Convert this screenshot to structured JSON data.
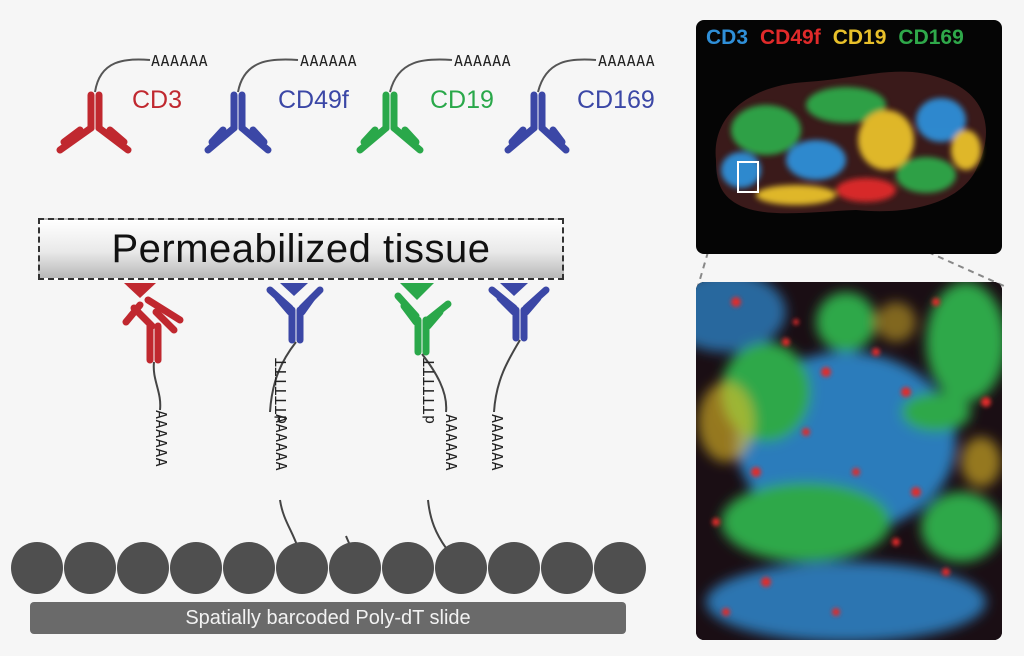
{
  "markers": [
    {
      "label": "CD3",
      "color": "#c0282f"
    },
    {
      "label": "CD49f",
      "color": "#3b47a6"
    },
    {
      "label": "CD19",
      "color": "#2aa84a"
    },
    {
      "label": "CD169",
      "color": "#3b47a6"
    }
  ],
  "poly_a": "AAAAAA",
  "poly_dt": "dTTTTTT",
  "tissue_label": "Permeabilized tissue",
  "slide_label": "Spatially barcoded Poly-dT slide",
  "legend": [
    {
      "label": "CD3",
      "color": "#2f8fd8"
    },
    {
      "label": "CD49f",
      "color": "#e02a2a"
    },
    {
      "label": "CD19",
      "color": "#e8c02a"
    },
    {
      "label": "CD169",
      "color": "#2fa84a"
    }
  ]
}
